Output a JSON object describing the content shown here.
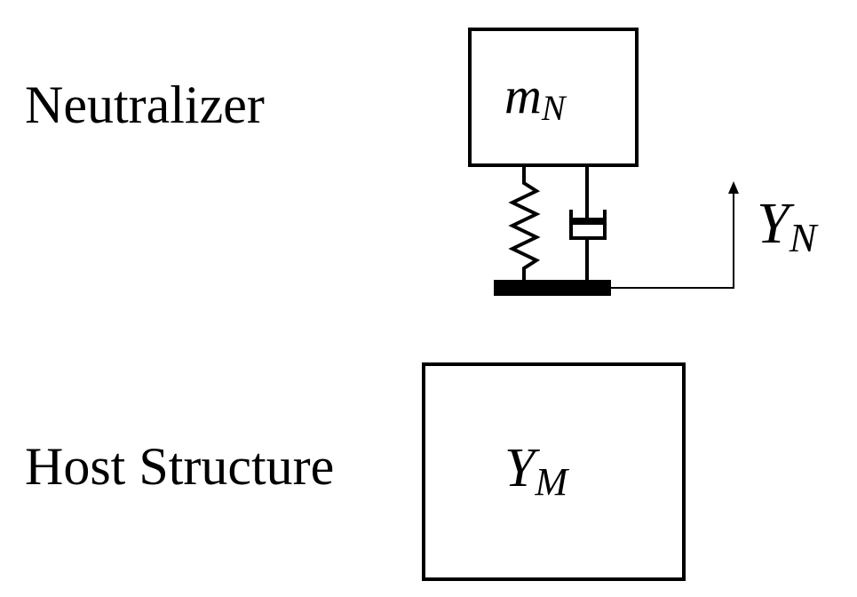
{
  "labels": {
    "neutralizer": "Neutralizer",
    "host_structure": "Host Structure"
  },
  "neutralizer_mass": {
    "main": "m",
    "sub": "N"
  },
  "neutralizer_displacement": {
    "main": "Y",
    "sub": "N"
  },
  "host_displacement": {
    "main": "Y",
    "sub": "M"
  },
  "colors": {
    "line": "#000000",
    "background": "#ffffff"
  }
}
